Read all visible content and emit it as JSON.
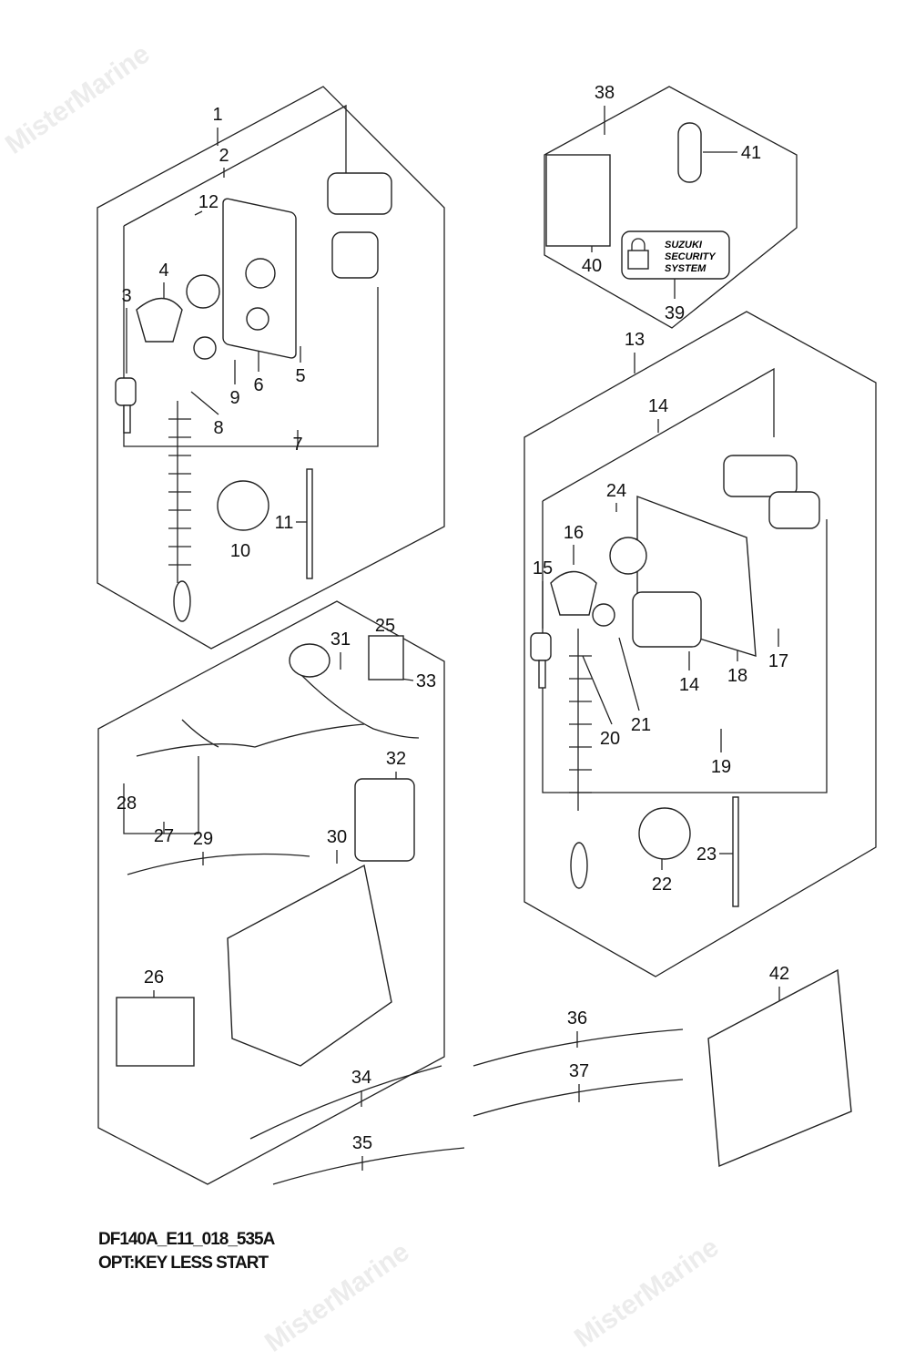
{
  "watermark": "MisterMarine",
  "diagram_code": "DF140A_E11_018_535A",
  "option": "OPT:KEY LESS START",
  "security_label": [
    "SUZUKI",
    "SECURITY",
    "SYSTEM"
  ],
  "labels": {
    "p1": "1",
    "p2": "2",
    "p3": "3",
    "p4": "4",
    "p5": "5",
    "p6": "6",
    "p7": "7",
    "p8": "8",
    "p9": "9",
    "p10": "10",
    "p11": "11",
    "p12": "12",
    "p13": "13",
    "p14a": "14",
    "p14b": "14",
    "p15": "15",
    "p16": "16",
    "p17": "17",
    "p18": "18",
    "p19": "19",
    "p20": "20",
    "p21": "21",
    "p22": "22",
    "p23": "23",
    "p24": "24",
    "p25": "25",
    "p26": "26",
    "p27": "27",
    "p28": "28",
    "p29": "29",
    "p30": "30",
    "p31": "31",
    "p32": "32",
    "p33": "33",
    "p34": "34",
    "p35": "35",
    "p36": "36",
    "p37": "37",
    "p38": "38",
    "p39": "39",
    "p40": "40",
    "p41": "41",
    "p42": "42"
  }
}
